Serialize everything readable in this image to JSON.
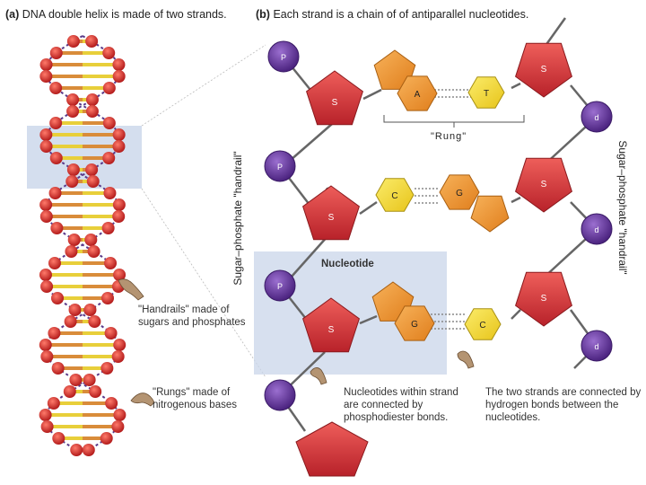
{
  "panel_a": {
    "letter": "(a)",
    "caption": "DNA double helix is made of two strands.",
    "handrails_note": "\"Handrails\" made of sugars and phosphates",
    "rungs_note": "\"Rungs\" made of nitrogenous bases"
  },
  "panel_b": {
    "letter": "(b)",
    "caption": "Each strand is a chain of of antiparallel nucleotides.",
    "rung_label": "\"Rung\"",
    "left_handrail": "Sugar–phosphate \"handrail\"",
    "right_handrail": "Sugar–phosphate \"handrail\"",
    "nucleotide_label": "Nucleotide",
    "phosphodiester_note": "Nucleotides within strand are connected by phosphodiester bonds.",
    "hydrogen_note": "The two strands are connected by hydrogen bonds between the nucleotides.",
    "phosphate_letter": "P",
    "sugar_letter": "S",
    "right_phosphate_letter": "d",
    "bases": [
      "A",
      "T",
      "C",
      "G",
      "G",
      "C"
    ]
  },
  "colors": {
    "phosphate": "#6a3aa0",
    "sugar": "#d9353a",
    "base_orange": "#f0962f",
    "base_yellow": "#f5dc2a",
    "highlight_box": "#c9d6ea"
  }
}
